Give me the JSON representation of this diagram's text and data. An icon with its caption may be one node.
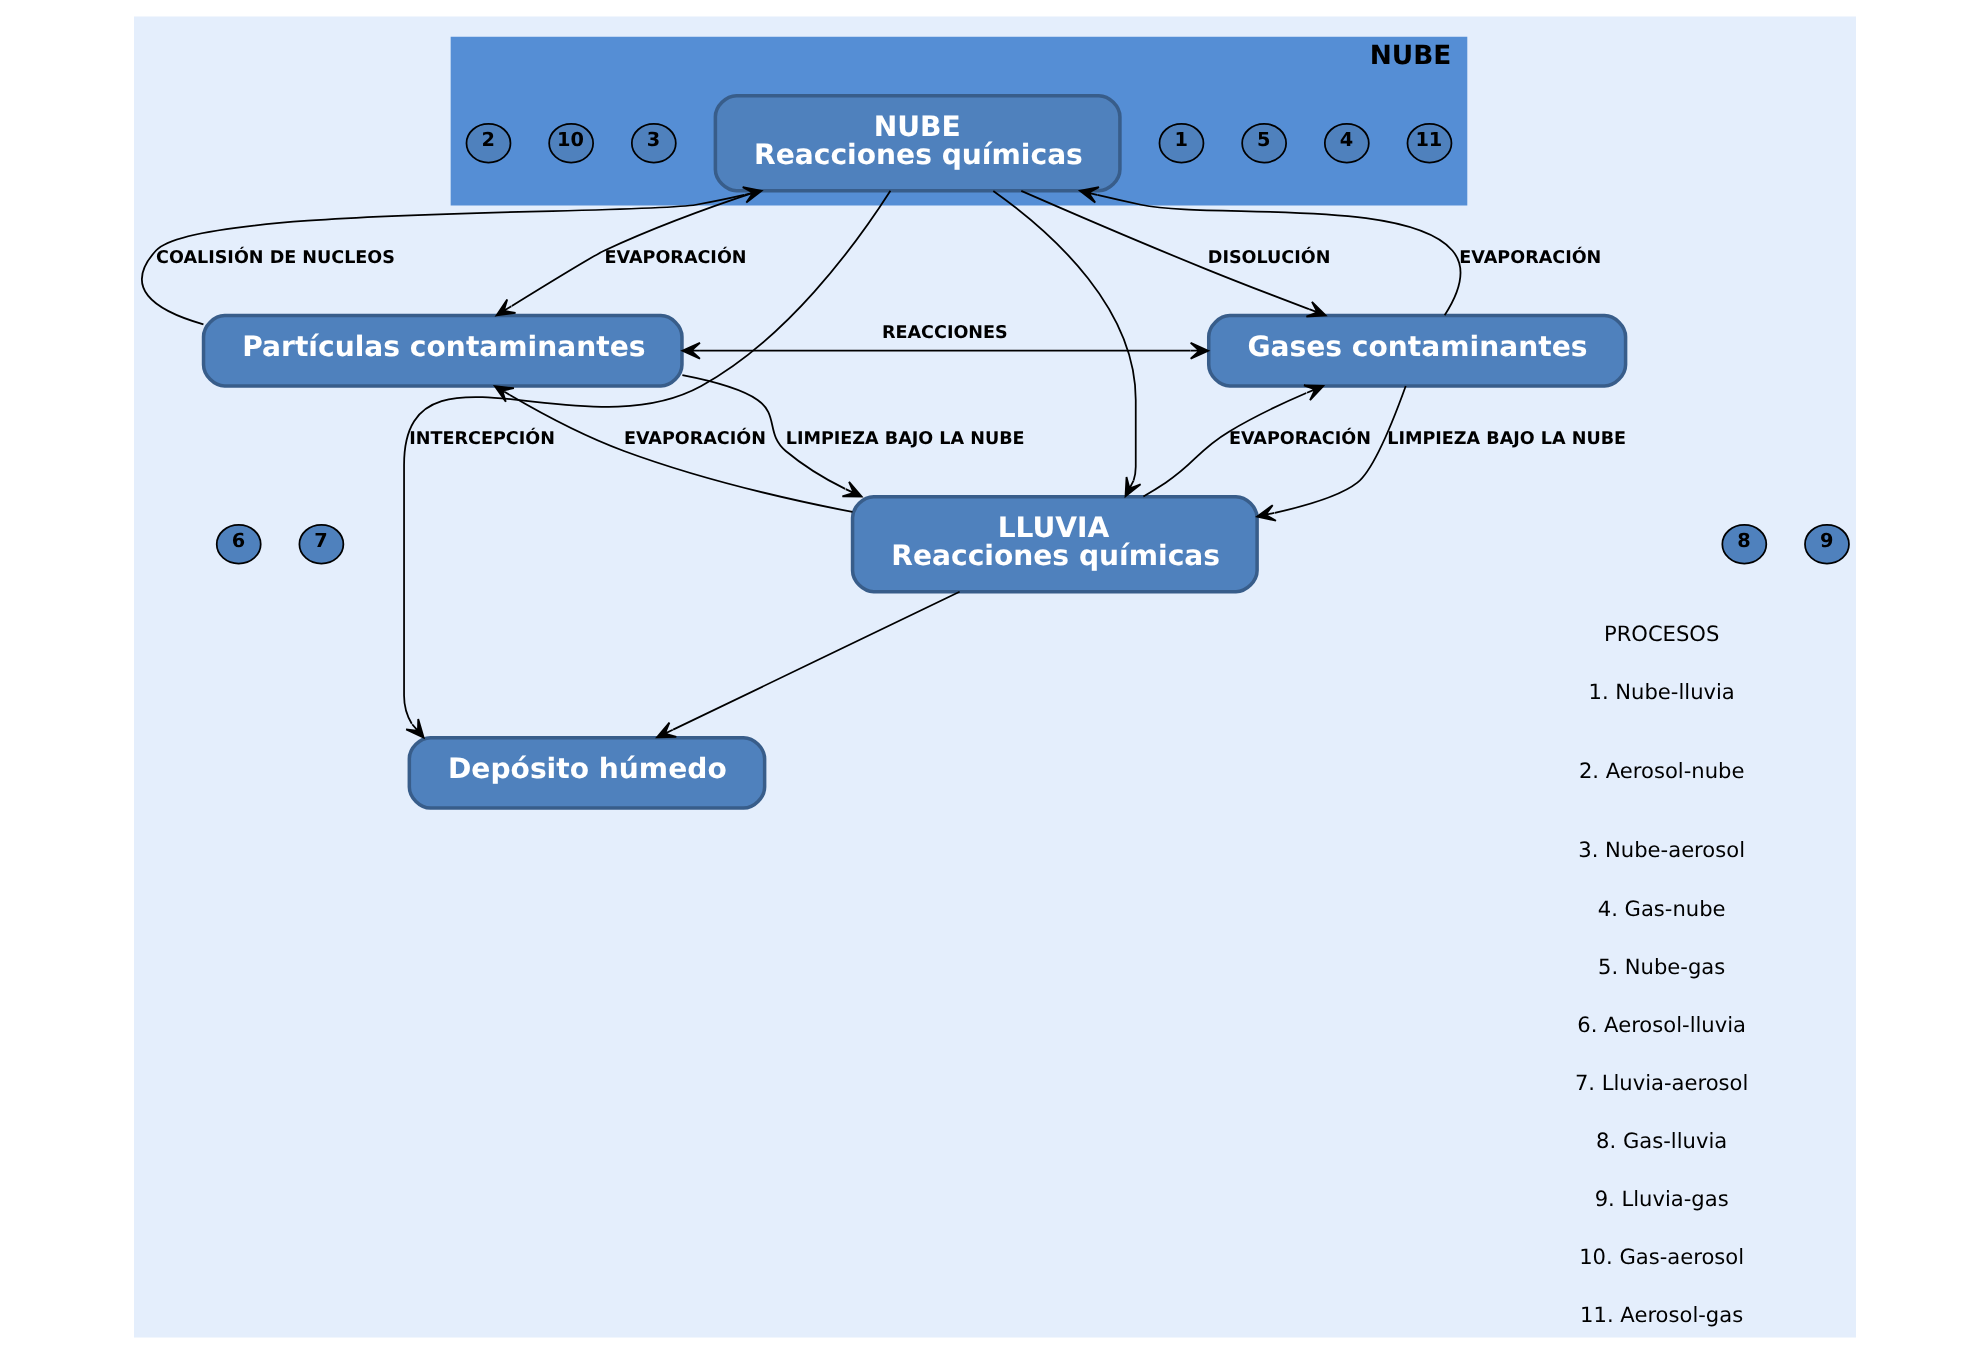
{
  "diagram": {
    "nodes": [
      {
        "text": [
          "NUBE"
        ]
      },
      {
        "text": [
          "NUBE",
          "Reacciones químicas"
        ],
        "in": 0
      },
      {
        "text": [
          "2"
        ],
        "in": 0
      },
      {
        "text": [
          "3"
        ],
        "in": 0
      },
      {
        "text": [
          "1"
        ],
        "in": 0
      },
      {
        "text": [
          "5"
        ],
        "in": 0
      },
      {
        "text": [
          "4"
        ],
        "in": 0
      },
      {
        "text": [
          "Partículas contaminantes"
        ]
      },
      {
        "text": [
          "10"
        ],
        "in": 0
      },
      {
        "text": [
          "11"
        ],
        "in": 0
      },
      {
        "text": [
          "Gases contaminantes"
        ]
      },
      {
        "text": [
          "7"
        ]
      },
      {
        "text": [
          "6"
        ]
      },
      {
        "text": [
          "8"
        ]
      },
      {
        "text": [
          "9"
        ]
      },
      {
        "text": [
          "LLUVIA",
          "Reacciones químicas"
        ]
      },
      {
        "text": [
          "Depósito húmedo"
        ]
      }
    ],
    "edges": [
      {
        "from": 7,
        "to": 1,
        "arrow": "to",
        "label": "COALISIÓN DE NUCLEOS"
      },
      {
        "from": 1,
        "to": 7,
        "arrow": "to",
        "label": "EVAPORACIÓN"
      },
      {
        "from": 1,
        "to": 10,
        "arrow": "to",
        "label": "DISOLUCIÓN"
      },
      {
        "from": 10,
        "to": 1,
        "arrow": "to",
        "label": "EVAPORACIÓN"
      },
      {
        "from": 1,
        "to": 15,
        "arrow": "to"
      },
      {
        "from": 7,
        "to": 10,
        "arrow": "both",
        "label": "REACCIONES"
      },
      {
        "from": 7,
        "to": 15,
        "arrow": "to",
        "label": "LIMPIEZA BAJO LA NUBE"
      },
      {
        "from": 15,
        "to": 7,
        "arrow": "to",
        "label": "EVAPORACIÓN"
      },
      {
        "from": 10,
        "to": 15,
        "arrow": "to",
        "label": "LIMPIEZA BAJO LA NUBE"
      },
      {
        "from": 15,
        "to": 10,
        "arrow": "to",
        "label": "EVAPORACIÓN"
      },
      {
        "from": 15,
        "to": 16,
        "arrow": "to"
      },
      {
        "from": 1,
        "to": 16,
        "arrow": "to",
        "label": "INTERCEPCIÓN"
      }
    ],
    "labels": [
      "PROCESOS",
      "1. Nube-lluvia",
      "2. Aerosol-nube",
      "3. Nube-aerosol",
      "4. Gas-nube",
      "5. Nube-gas",
      "6. Aerosol-lluvia",
      "7. Lluvia-aerosol",
      "8. Gas-lluvia",
      "9. Lluvia-gas",
      "10. Gas-aerosol",
      "11. Aerosol-gas"
    ]
  }
}
